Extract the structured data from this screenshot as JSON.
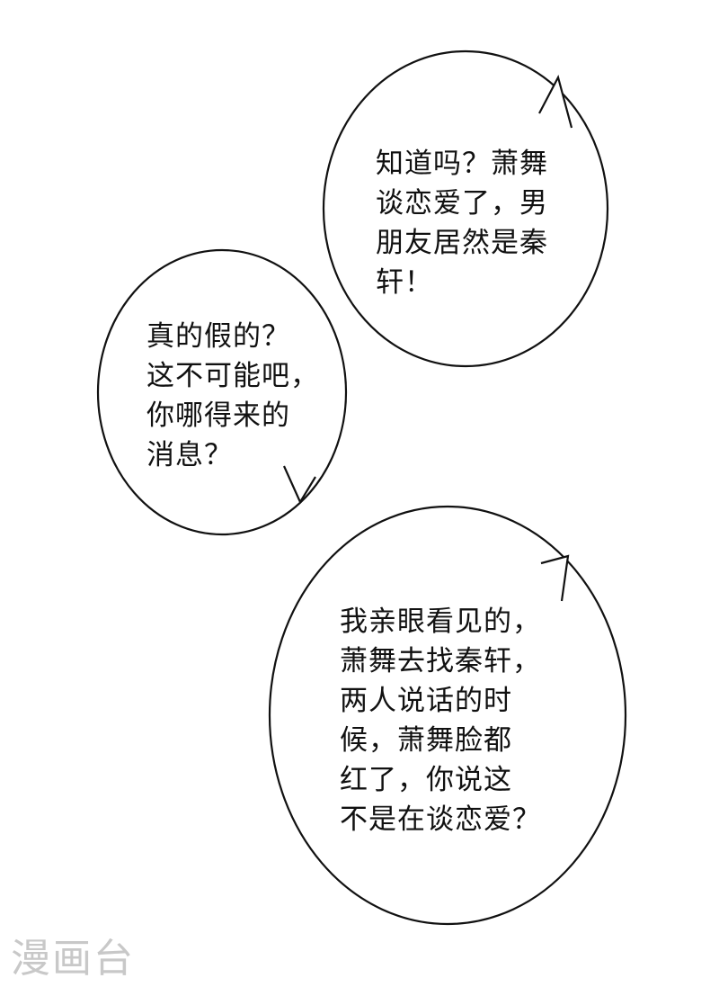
{
  "bubbles": [
    {
      "lines": [
        "知道吗？萧舞",
        "谈恋爱了，男",
        "朋友居然是秦",
        "轩！"
      ]
    },
    {
      "lines": [
        "真的假的？",
        "这不可能吧，",
        "你哪得来的",
        "消息？"
      ]
    },
    {
      "lines": [
        "我亲眼看见的，",
        "萧舞去找秦轩，",
        "两人说话的时",
        "候，萧舞脸都",
        "红了，你说这",
        "不是在谈恋爱？"
      ]
    }
  ],
  "watermark": "漫画台"
}
